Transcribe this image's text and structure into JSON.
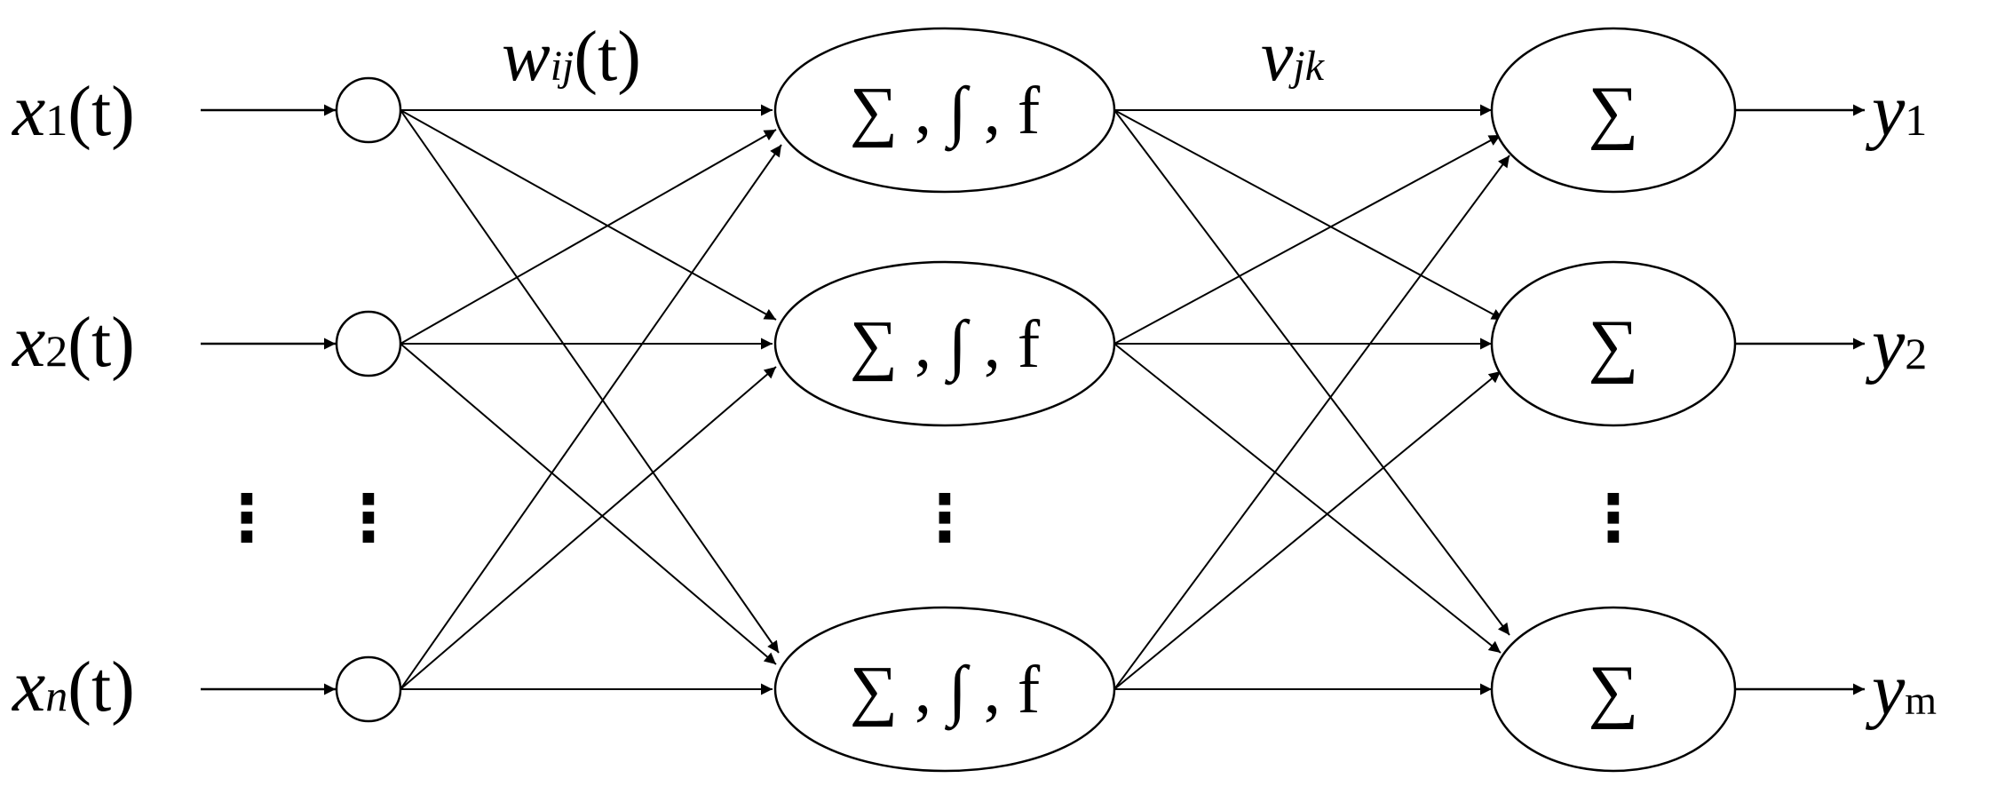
{
  "inputs": [
    {
      "var": "x",
      "sub": "1",
      "arg": "(t)"
    },
    {
      "var": "x",
      "sub": "2",
      "arg": "(t)"
    },
    {
      "var": "x",
      "sub": "n",
      "arg": "(t)"
    }
  ],
  "hidden_nodes": [
    {
      "label": "∑ , ∫ , f"
    },
    {
      "label": "∑ , ∫ , f"
    },
    {
      "label": "∑ , ∫ , f"
    }
  ],
  "output_nodes": [
    {
      "label": "∑"
    },
    {
      "label": "∑"
    },
    {
      "label": "∑"
    }
  ],
  "outputs": [
    {
      "var": "y",
      "sub": "1"
    },
    {
      "var": "y",
      "sub": "2"
    },
    {
      "var": "y",
      "sub": "m"
    }
  ],
  "weights": {
    "input_hidden": {
      "var": "w",
      "sub": "ij",
      "arg": "(t)"
    },
    "hidden_output": {
      "var": "v",
      "sub": "jk"
    }
  },
  "ellipsis": "⋮"
}
